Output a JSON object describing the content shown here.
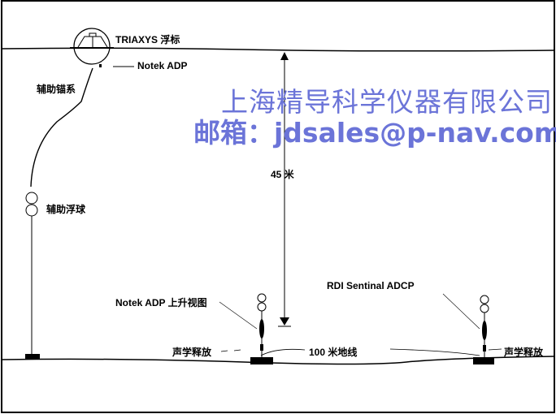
{
  "labels": {
    "buoy": "TRIAXYS 浮标",
    "notek_adp": "Notek ADP",
    "aux_mooring": "辅助锚系",
    "aux_float": "辅助浮球",
    "depth": "45 米",
    "notek_up": "Notek ADP 上升视图",
    "rdi": "RDI Sentinal ADCP",
    "release_left": "声学释放",
    "ground_line": "100 米地线",
    "release_right": "声学释放"
  },
  "watermark": {
    "company": "上海精导科学仪器有限公司",
    "email": "邮箱：jdsales@p-nav.com.cn",
    "color": "#6b74d8"
  }
}
